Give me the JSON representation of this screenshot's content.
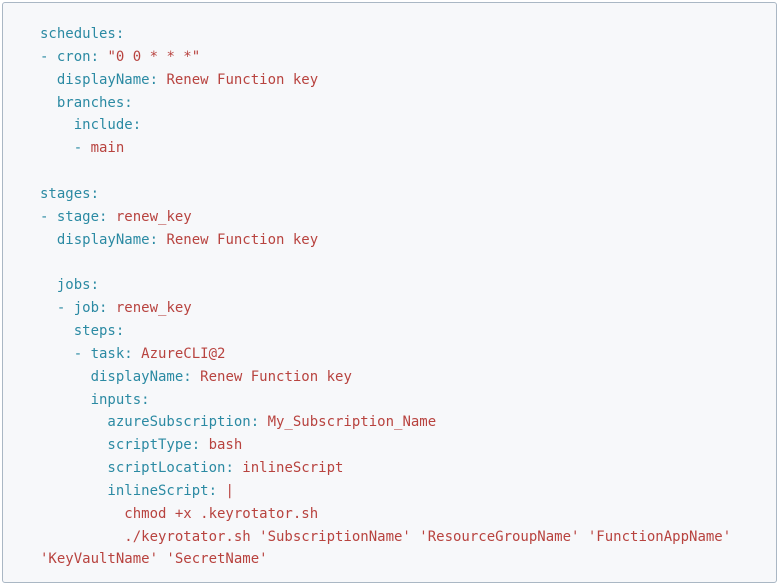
{
  "theme": {
    "background": "#f7f8fa",
    "border": "#aab7c4",
    "key_color": "#2b8aa3",
    "value_color": "#b8433f"
  },
  "code": {
    "language": "yaml",
    "lines": [
      [
        {
          "t": "schedules",
          "c": "key"
        },
        {
          "t": ":",
          "c": "punct"
        }
      ],
      [
        {
          "t": "- ",
          "c": "punct"
        },
        {
          "t": "cron",
          "c": "key"
        },
        {
          "t": ": ",
          "c": "punct"
        },
        {
          "t": "\"0 0 * * *\"",
          "c": "value"
        }
      ],
      [
        {
          "t": "  displayName",
          "c": "key"
        },
        {
          "t": ": ",
          "c": "punct"
        },
        {
          "t": "Renew Function key",
          "c": "value"
        }
      ],
      [
        {
          "t": "  branches",
          "c": "key"
        },
        {
          "t": ":",
          "c": "punct"
        }
      ],
      [
        {
          "t": "    include",
          "c": "key"
        },
        {
          "t": ":",
          "c": "punct"
        }
      ],
      [
        {
          "t": "    - ",
          "c": "punct"
        },
        {
          "t": "main",
          "c": "value"
        }
      ],
      [],
      [
        {
          "t": "stages",
          "c": "key"
        },
        {
          "t": ":",
          "c": "punct"
        }
      ],
      [
        {
          "t": "- ",
          "c": "punct"
        },
        {
          "t": "stage",
          "c": "key"
        },
        {
          "t": ": ",
          "c": "punct"
        },
        {
          "t": "renew_key",
          "c": "value"
        }
      ],
      [
        {
          "t": "  displayName",
          "c": "key"
        },
        {
          "t": ": ",
          "c": "punct"
        },
        {
          "t": "Renew Function key",
          "c": "value"
        }
      ],
      [],
      [
        {
          "t": "  jobs",
          "c": "key"
        },
        {
          "t": ":",
          "c": "punct"
        }
      ],
      [
        {
          "t": "  - ",
          "c": "punct"
        },
        {
          "t": "job",
          "c": "key"
        },
        {
          "t": ": ",
          "c": "punct"
        },
        {
          "t": "renew_key",
          "c": "value"
        }
      ],
      [
        {
          "t": "    steps",
          "c": "key"
        },
        {
          "t": ":",
          "c": "punct"
        }
      ],
      [
        {
          "t": "    - ",
          "c": "punct"
        },
        {
          "t": "task",
          "c": "key"
        },
        {
          "t": ": ",
          "c": "punct"
        },
        {
          "t": "AzureCLI@2",
          "c": "value"
        }
      ],
      [
        {
          "t": "      displayName",
          "c": "key"
        },
        {
          "t": ": ",
          "c": "punct"
        },
        {
          "t": "Renew Function key",
          "c": "value"
        }
      ],
      [
        {
          "t": "      inputs",
          "c": "key"
        },
        {
          "t": ":",
          "c": "punct"
        }
      ],
      [
        {
          "t": "        azureSubscription",
          "c": "key"
        },
        {
          "t": ": ",
          "c": "punct"
        },
        {
          "t": "My_Subscription_Name",
          "c": "value"
        }
      ],
      [
        {
          "t": "        scriptType",
          "c": "key"
        },
        {
          "t": ": ",
          "c": "punct"
        },
        {
          "t": "bash",
          "c": "value"
        }
      ],
      [
        {
          "t": "        scriptLocation",
          "c": "key"
        },
        {
          "t": ": ",
          "c": "punct"
        },
        {
          "t": "inlineScript",
          "c": "value"
        }
      ],
      [
        {
          "t": "        inlineScript",
          "c": "key"
        },
        {
          "t": ": ",
          "c": "punct"
        },
        {
          "t": "|",
          "c": "value"
        }
      ],
      [
        {
          "t": "          chmod +x .keyrotator.sh",
          "c": "value"
        }
      ],
      [
        {
          "t": "          ./keyrotator.sh 'SubscriptionName' 'ResourceGroupName' 'FunctionAppName'",
          "c": "value"
        }
      ],
      [
        {
          "t": "'KeyVaultName' 'SecretName'",
          "c": "value"
        }
      ]
    ]
  }
}
